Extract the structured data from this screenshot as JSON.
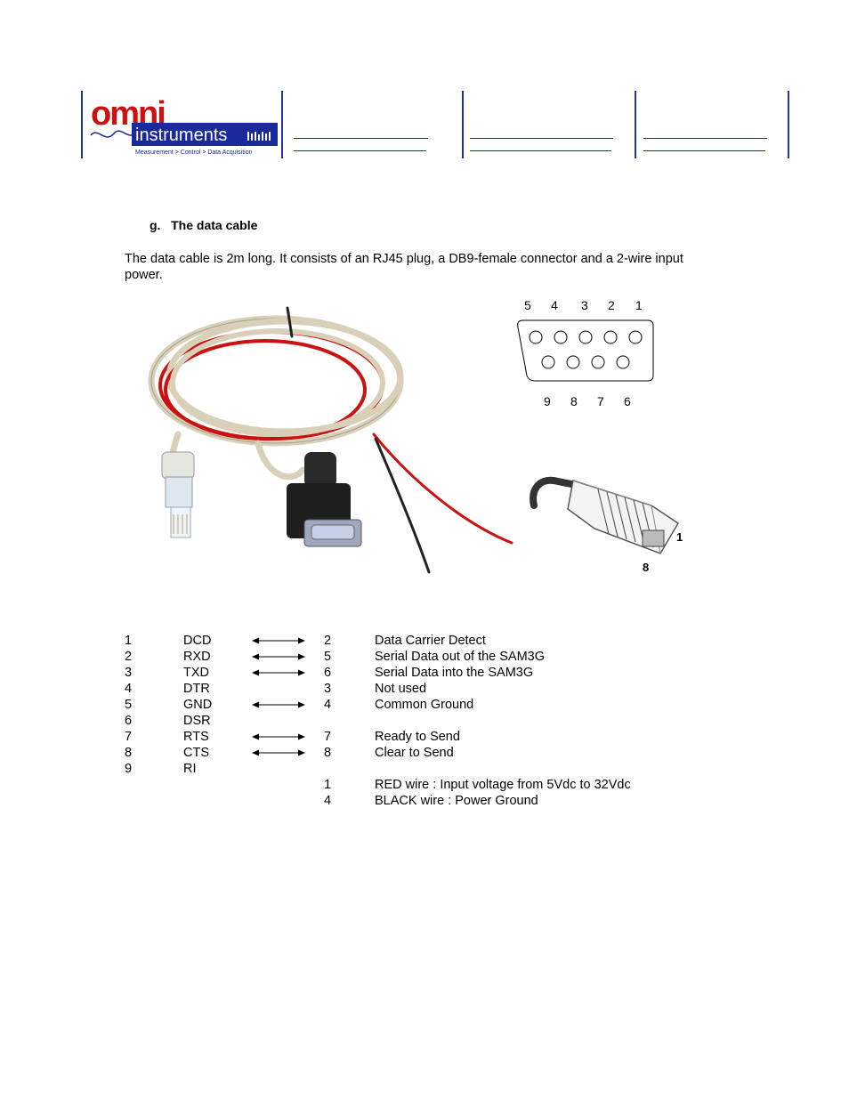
{
  "header": {
    "logo": {
      "brand_top": "omni",
      "brand_bottom": "instruments",
      "tagline": "Measurement > Control > Data Acquisition"
    }
  },
  "section": {
    "heading": "g.   The data cable",
    "paragraph": "The data cable is 2m long. It consists of an RJ45 plug, a DB9-female connector and a 2-wire input power."
  },
  "db9_diagram": {
    "top_pins": [
      "5",
      "4",
      "3",
      "2",
      "1"
    ],
    "bottom_pins": [
      "9",
      "8",
      "7",
      "6"
    ]
  },
  "rj45_diagram": {
    "pin_first": "1",
    "pin_last": "8"
  },
  "pin_table": {
    "rows": [
      {
        "db9_pin": "1",
        "signal": "DCD",
        "arrow": true,
        "rj45_pin": "2",
        "description": "Data Carrier Detect"
      },
      {
        "db9_pin": "2",
        "signal": "RXD",
        "arrow": true,
        "rj45_pin": "5",
        "description": "Serial Data out of the SAM3G"
      },
      {
        "db9_pin": "3",
        "signal": "TXD",
        "arrow": true,
        "rj45_pin": "6",
        "description": "Serial Data into the SAM3G"
      },
      {
        "db9_pin": "4",
        "signal": "DTR",
        "arrow": false,
        "rj45_pin": "3",
        "description": "Not used"
      },
      {
        "db9_pin": "5",
        "signal": "GND",
        "arrow": true,
        "rj45_pin": "4",
        "description": "Common Ground"
      },
      {
        "db9_pin": "6",
        "signal": "DSR",
        "arrow": false,
        "rj45_pin": "",
        "description": ""
      },
      {
        "db9_pin": "7",
        "signal": "RTS",
        "arrow": true,
        "rj45_pin": "7",
        "description": "Ready to Send"
      },
      {
        "db9_pin": "8",
        "signal": "CTS",
        "arrow": true,
        "rj45_pin": "8",
        "description": "Clear to Send"
      },
      {
        "db9_pin": "9",
        "signal": "RI",
        "arrow": false,
        "rj45_pin": "",
        "description": ""
      },
      {
        "db9_pin": "",
        "signal": "",
        "arrow": false,
        "rj45_pin": "1",
        "description": "RED wire : Input voltage from 5Vdc to 32Vdc"
      },
      {
        "db9_pin": "",
        "signal": "",
        "arrow": false,
        "rj45_pin": "4",
        "description": "BLACK wire : Power Ground"
      }
    ]
  },
  "colors": {
    "brand_red": "#cc1111",
    "brand_blue": "#1a2a9a",
    "cable_grey": "#d8d0b8"
  }
}
